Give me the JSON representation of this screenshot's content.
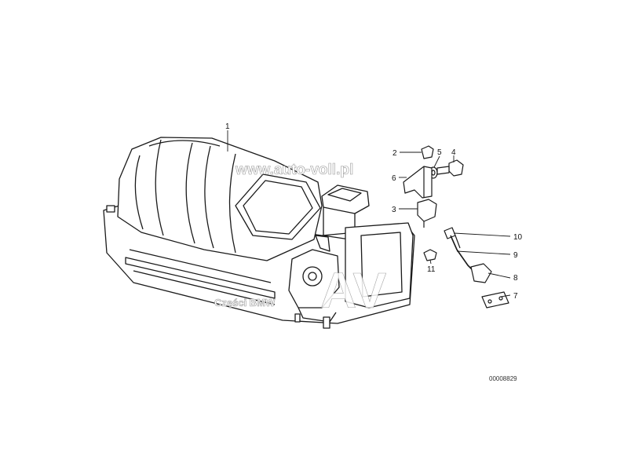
{
  "diagram": {
    "callouts": [
      {
        "number": "1"
      },
      {
        "number": "2"
      },
      {
        "number": "3"
      },
      {
        "number": "4"
      },
      {
        "number": "5"
      },
      {
        "number": "6"
      },
      {
        "number": "7"
      },
      {
        "number": "8"
      },
      {
        "number": "9"
      },
      {
        "number": "10"
      },
      {
        "number": "11"
      }
    ],
    "document_number": "00008829"
  },
  "watermarks": {
    "url": "www.auto-voll.pl",
    "brand": "Części BMW",
    "logo_letters": "AV"
  },
  "colors": {
    "line": "#1a1a1a",
    "background": "#ffffff",
    "watermark_outline": "#9a9a9a"
  }
}
